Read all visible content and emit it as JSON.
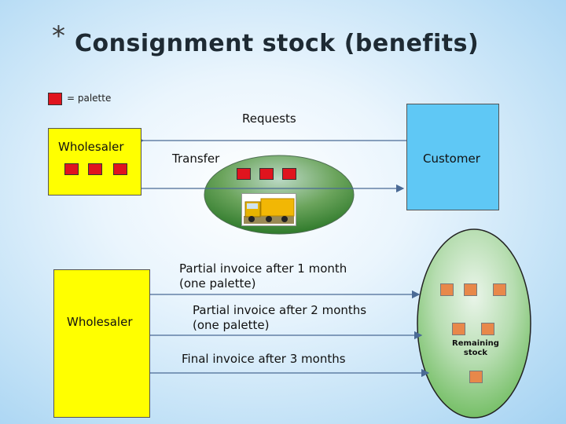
{
  "title": {
    "star": "*",
    "text": "Consignment stock (benefits)"
  },
  "legend": {
    "text": "= palette"
  },
  "labels": {
    "requests": "Requests",
    "wholesaler_top": "Wholesaler",
    "transfer": "Transfer",
    "customer": "Customer",
    "wholesaler_bottom": "Wholesaler",
    "invoice1": "Partial invoice after 1 month\n(one palette)",
    "invoice2": "Partial invoice after 2 months\n(one palette)",
    "invoice3": "Final invoice  after 3 months",
    "remaining": "Remaining\nstock"
  },
  "colors": {
    "palette": "#e0141e",
    "remaining_palette": "#e8884a",
    "wholesaler_fill": "#ffff00",
    "customer_fill": "#5fc8f5",
    "arrow": "#4a6a95"
  },
  "icons": {
    "truck": "truck-icon"
  }
}
